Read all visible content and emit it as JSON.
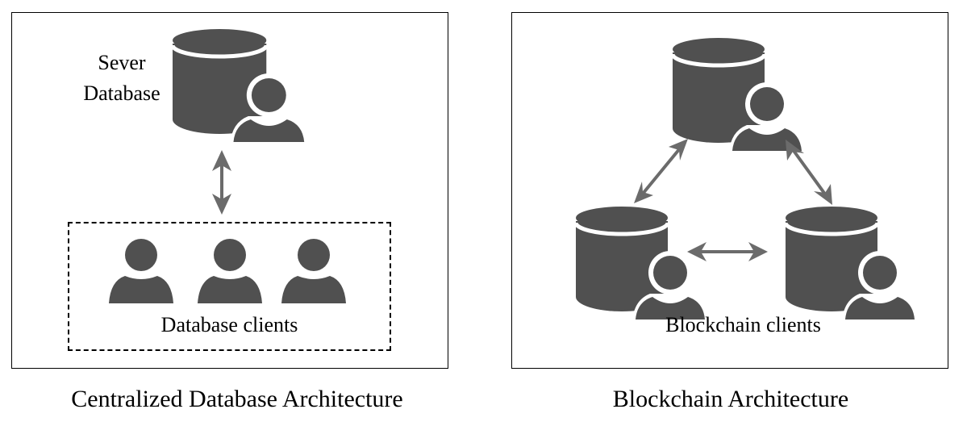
{
  "colors": {
    "icon_fill": "#505050",
    "arrow_fill": "#6b6b6b",
    "border": "#000000",
    "background": "#ffffff"
  },
  "centralized": {
    "server_label_line1": "Sever",
    "server_label_line2": "Database",
    "clients_label": "Database clients",
    "caption": "Centralized Database Architecture",
    "client_count": 3
  },
  "blockchain": {
    "clients_label": "Blockchain clients",
    "caption": "Blockchain Architecture",
    "node_count": 3
  },
  "icons": {
    "server": "database-user-icon",
    "client": "user-icon",
    "link": "double-arrow-icon"
  }
}
